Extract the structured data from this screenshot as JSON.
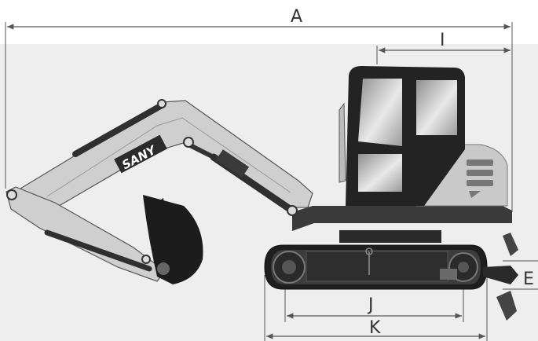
{
  "dimensions": {
    "overall_length": "A",
    "rear_to_cab": "I",
    "ground_clearance": "E",
    "tumbler_distance": "J",
    "track_length": "K"
  },
  "machine": {
    "brand": "SANY"
  },
  "colors": {
    "background_panel": "#eeeeef",
    "body_light": "#c9c9c9",
    "body_dark": "#3a3a3a",
    "track_black": "#1e1e1e",
    "glass": "#bdbdbd",
    "dim_line": "#555555"
  }
}
